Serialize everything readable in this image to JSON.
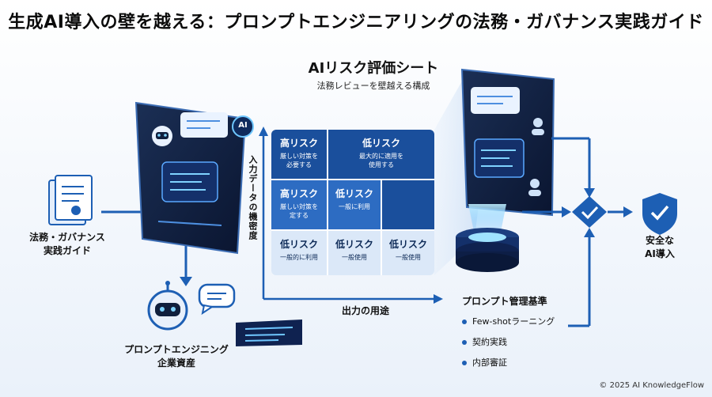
{
  "title": "生成AI導入の壁を越える：プロンプトエンジニアリングの法務・ガバナンス実践ガイド",
  "risk_sheet": {
    "title": "AIリスク評価シート",
    "subtitle": "法務レビューを壁越える構成",
    "y_axis": "入力データの機密度",
    "x_axis": "出力の用途",
    "cells": [
      {
        "heading": "高リスク",
        "detail": [
          "厳しい対策を",
          "必要する"
        ]
      },
      {
        "heading": "低リスク",
        "detail": [
          "最大的に適用を",
          "使用する"
        ]
      },
      {
        "heading": "高リスク",
        "detail": [
          "厳しい対策を",
          "定する"
        ]
      },
      {
        "heading": "低リスク",
        "detail": [
          "一般に利用"
        ]
      },
      {
        "heading": "低リスク",
        "detail": [
          "一般的に利用"
        ]
      },
      {
        "heading": "低リスク",
        "detail": [
          "一般使用"
        ]
      },
      {
        "heading": "低リスク",
        "detail": [
          "一般使用"
        ]
      }
    ]
  },
  "legal_guide": {
    "label_line1": "法務・ガバナンス",
    "label_line2": "実践ガイド"
  },
  "prompt_asset": {
    "label_line1": "プロンプトエンジニング",
    "label_line2": "企業資産"
  },
  "chat_badge": "AI",
  "prompt_management": {
    "title": "プロンプト管理基準",
    "items": [
      "Few-shotラーニング",
      "契約実践",
      "内部審証"
    ]
  },
  "safe_adoption": {
    "label_line1": "安全な",
    "label_line2": "AI導入"
  },
  "copyright": "© 2025 AI KnowledgeFlow",
  "colors": {
    "dark_navy": "#0f1f3d",
    "accent_blue": "#1d5fb4",
    "cell_dark": "#1a4f9c",
    "cell_mid": "#2d6cc2",
    "cell_light": "#dbe8f8",
    "glow": "#7fd3ff"
  },
  "icons": [
    "document-icon",
    "robot-icon",
    "chat-bubble-icon",
    "user-icon",
    "checkmark-icon",
    "shield-check-icon",
    "server-stack-icon"
  ]
}
